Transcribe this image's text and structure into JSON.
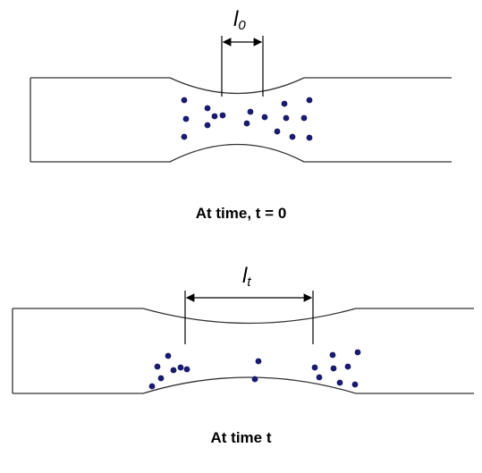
{
  "top_panel": {
    "gauge_label_main": "l",
    "gauge_label_sub": "0",
    "caption": "At time, t = 0"
  },
  "bottom_panel": {
    "gauge_label_main": "l",
    "gauge_label_sub": "t",
    "caption": "At time t"
  },
  "colors": {
    "particle": "#1a1a6e",
    "outline": "#333333"
  }
}
